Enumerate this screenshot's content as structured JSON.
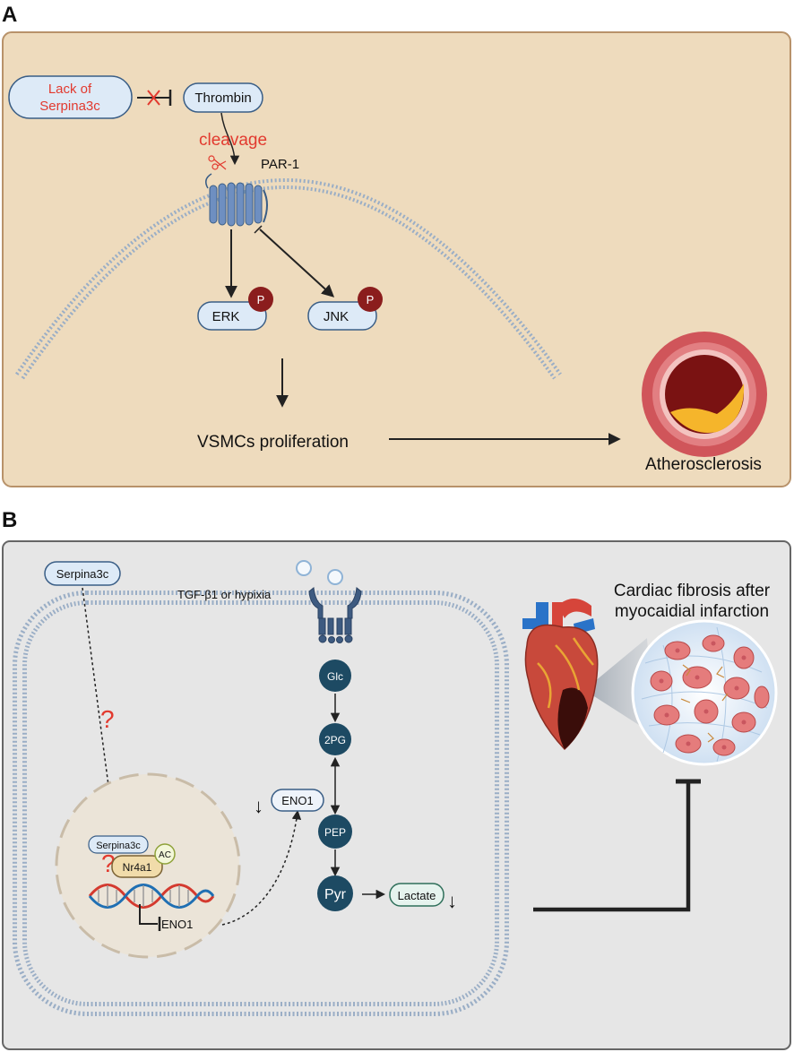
{
  "panel_a": {
    "letter": "A",
    "lack_label_1": "Lack of",
    "lack_label_2": "Serpina3c",
    "thrombin": "Thrombin",
    "cleavage": "cleavage",
    "par1": "PAR-1",
    "erk": "ERK",
    "jnk": "JNK",
    "phospho": "P",
    "vsmc": "VSMCs proliferation",
    "atherosclerosis": "Atherosclerosis"
  },
  "panel_b": {
    "letter": "B",
    "serpina3c_outer": "Serpina3c",
    "tgf": "TGF-β1 or hypixia",
    "question": "?",
    "serpina3c_inner": "Serpina3c",
    "nr4a1": "Nr4a1",
    "ac": "AC",
    "eno1_gene": "ENO1",
    "eno1_protein": "ENO1",
    "down_arrow": "↓",
    "glc": "Glc",
    "pg2": "2PG",
    "pep": "PEP",
    "pyr": "Pyr",
    "lactate": "Lactate",
    "cardiac_1": "Cardiac fibrosis after",
    "cardiac_2": "myocaidial infarction"
  },
  "colors": {
    "panel_a_bg": "#eedbbd",
    "panel_a_border": "#b8926a",
    "panel_b_bg": "#e6e6e6",
    "panel_b_border": "#666666",
    "pill_fill": "#ddeaf7",
    "pill_stroke": "#3a5e86",
    "red_text": "#e23a2f",
    "phospho": "#8b1d1d",
    "metabolite": "#1d4a63",
    "membrane": "#9aaec6"
  }
}
